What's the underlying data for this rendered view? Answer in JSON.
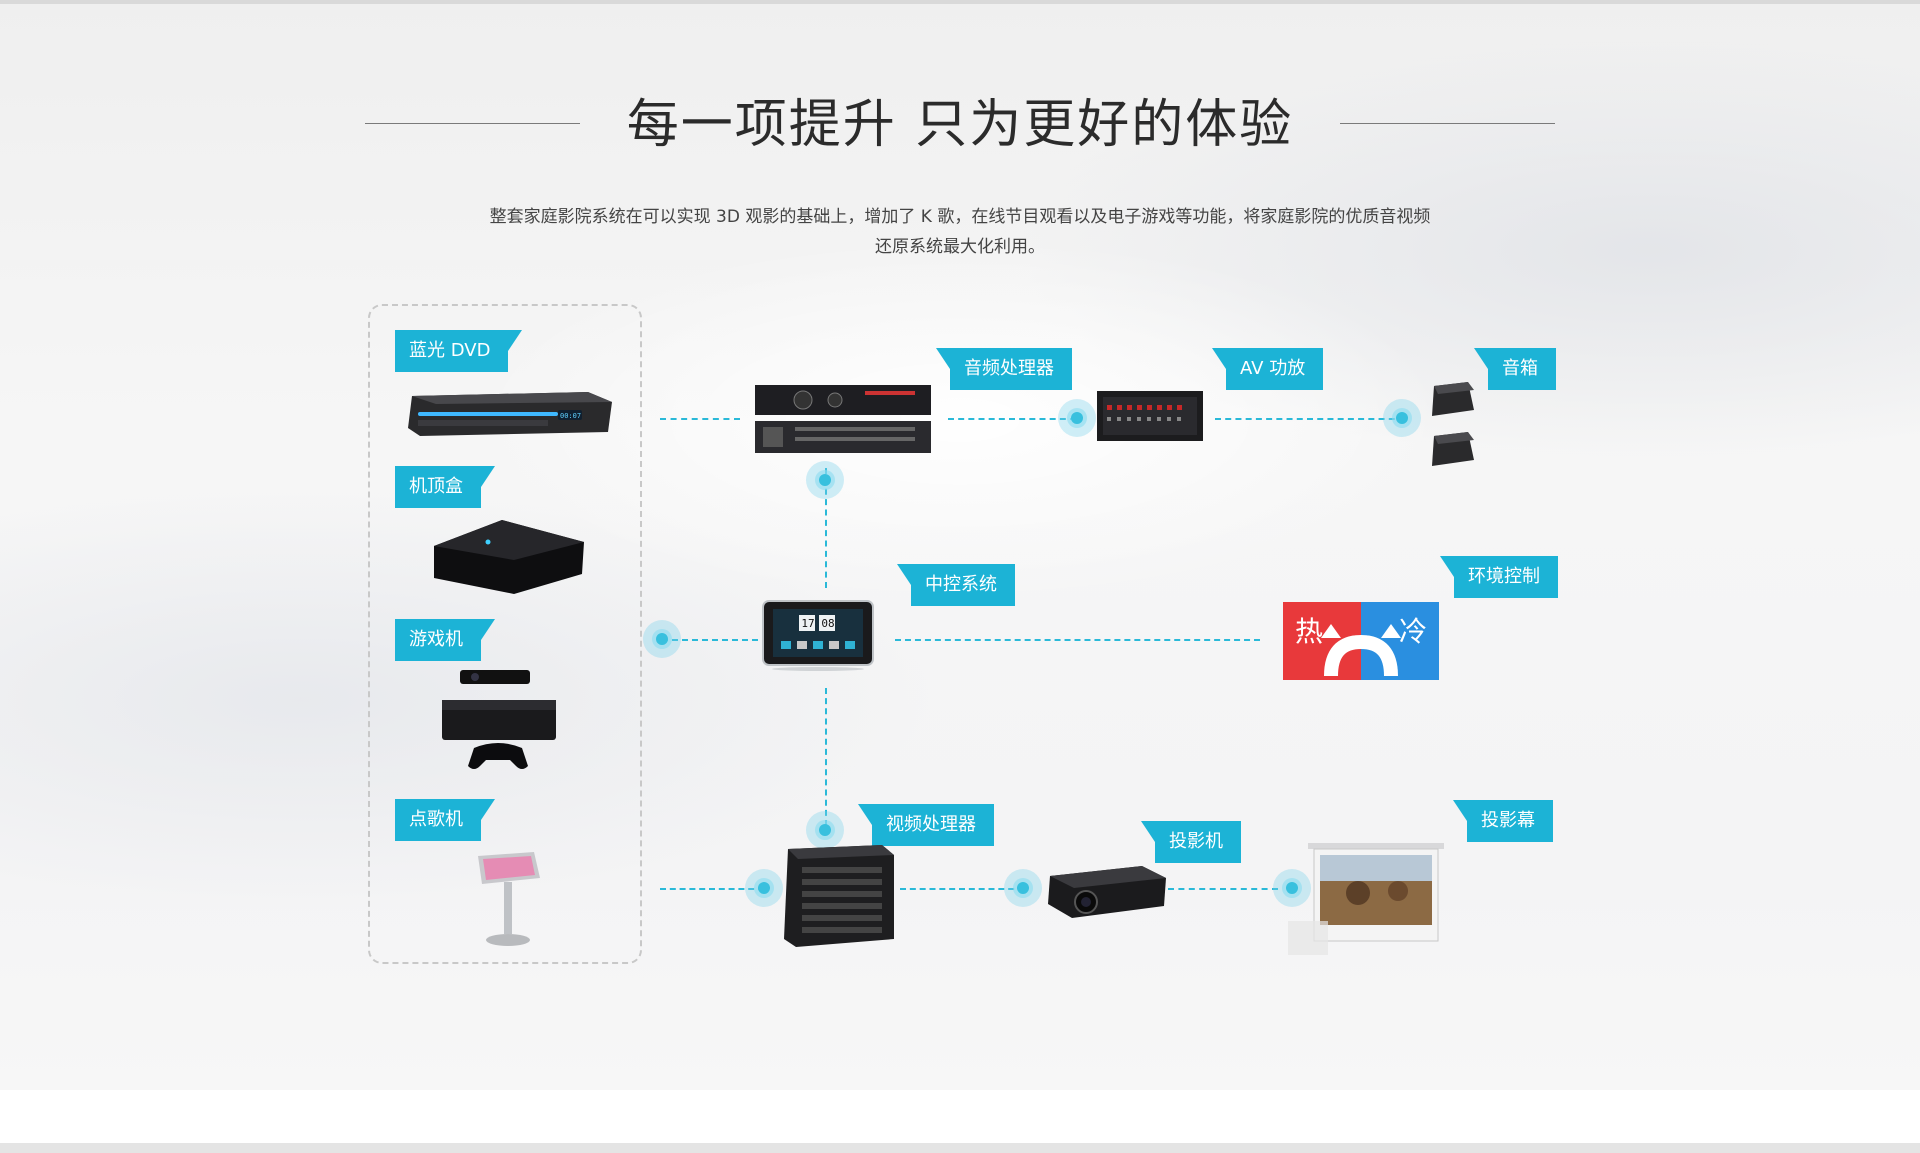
{
  "heading": {
    "title": "每一项提升  只为更好的体验",
    "description_line1": "整套家庭影院系统在可以实现 3D 观影的基础上，增加了 K 歌，在线节目观看以及电子游戏等功能，将家庭影院的优质音视频",
    "description_line2": "还原系统最大化利用。"
  },
  "sources": {
    "bluray_dvd": "蓝光 DVD",
    "settop_box": "机顶盒",
    "game_console": "游戏机",
    "karaoke_machine": "点歌机"
  },
  "devices": {
    "audio_processor": "音频处理器",
    "av_amplifier": "AV 功放",
    "speaker": "音箱",
    "central_control": "中控系统",
    "environment_control": "环境控制",
    "video_processor": "视频处理器",
    "projector": "投影机",
    "projection_screen": "投影幕"
  },
  "climate_icon": {
    "hot": "热",
    "cold": "冷"
  },
  "touch_panel_clock": {
    "hour": "17",
    "minute": "08"
  },
  "colors": {
    "accent": "#1cb3d6",
    "hot": "#e8393b",
    "cold": "#2a8fe0"
  }
}
